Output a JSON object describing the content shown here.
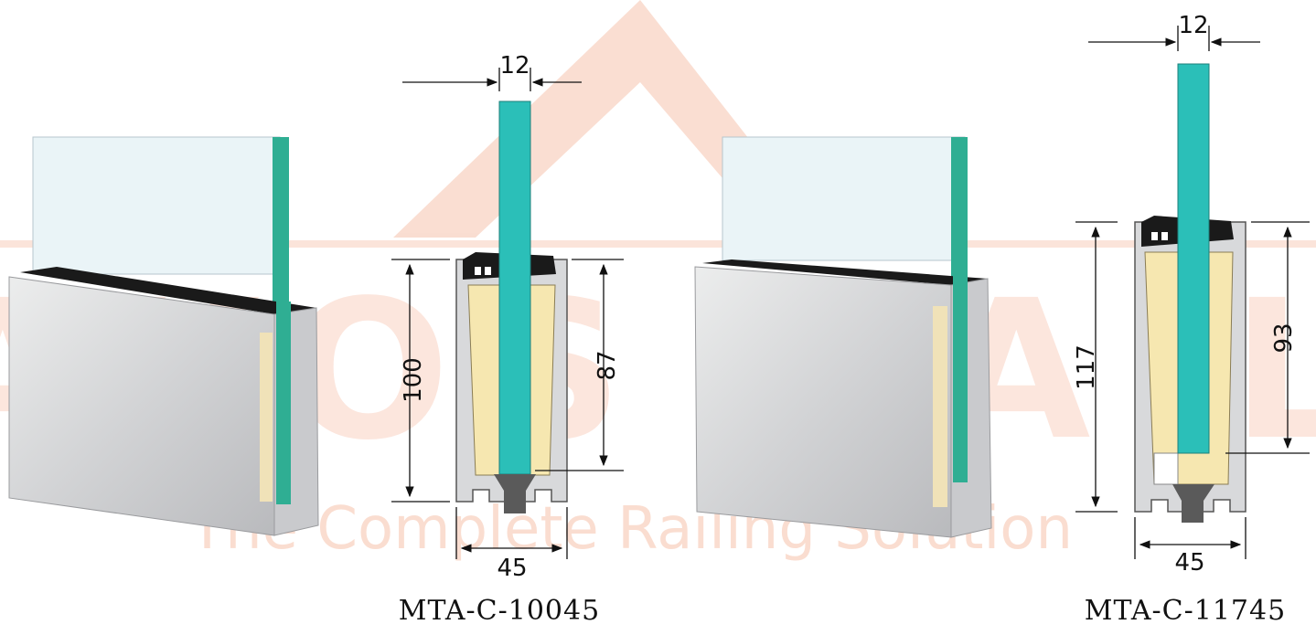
{
  "watermark": {
    "brand": "AKOS RAIL",
    "tagline": "The Complete Railing Solution",
    "color": "#f7c9b6"
  },
  "colors": {
    "glass": "#2bbfb8",
    "filler": "#f6e7b0",
    "profile": "#d8d9db",
    "gasket": "#1a1a1a"
  },
  "products": [
    {
      "code": "MTA-C-10045",
      "glass_thickness": "12",
      "height": "100",
      "insert_depth": "87",
      "width": "45"
    },
    {
      "code": "MTA-C-11745",
      "glass_thickness": "12",
      "height": "117",
      "insert_depth": "93",
      "width": "45"
    }
  ]
}
